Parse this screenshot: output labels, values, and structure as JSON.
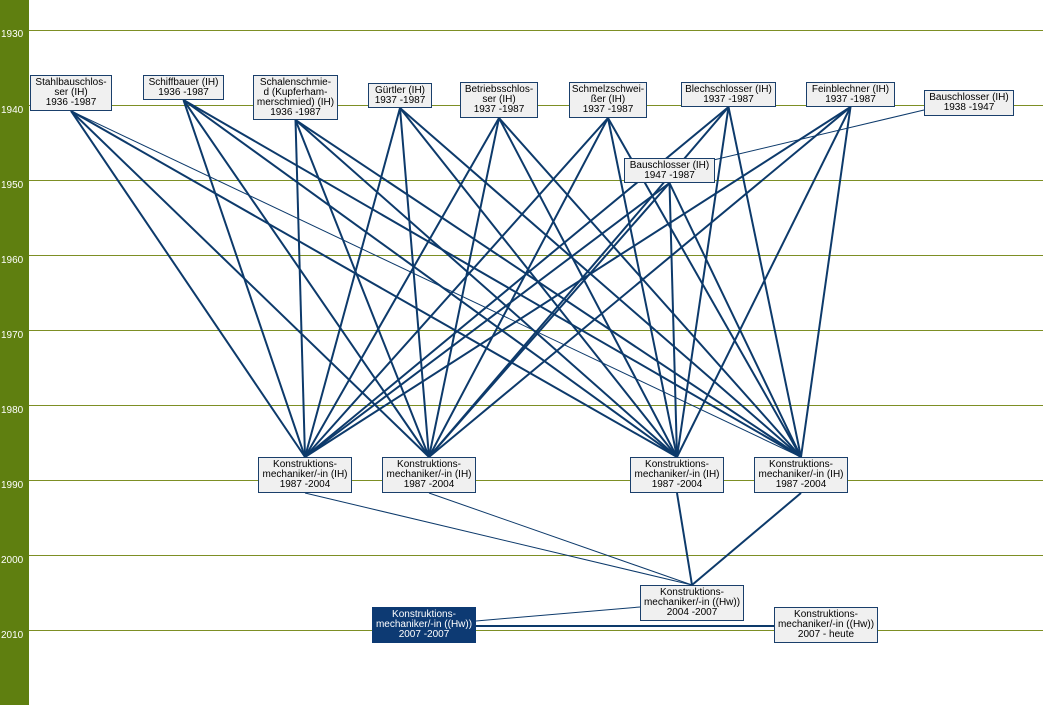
{
  "timeline": {
    "years": [
      "1930",
      "1940",
      "1950",
      "1960",
      "1970",
      "1980",
      "1990",
      "2000",
      "2010"
    ],
    "axis_color": "#5f7f10",
    "grid_color": "#7d8f24"
  },
  "colors": {
    "edge": "#0d3a6b",
    "node_bg": "#f0f0f0",
    "selected_bg": "#0d3a73"
  },
  "nodes": [
    {
      "id": "stahlbau",
      "lines": [
        "Stahlbauschlos-",
        "ser (IH)",
        "1936 -1987"
      ]
    },
    {
      "id": "schiffbauer",
      "lines": [
        "Schiffbauer (IH)",
        "1936 -1987"
      ]
    },
    {
      "id": "schalenschmied",
      "lines": [
        "Schalenschmie-",
        "d (Kupferham-",
        "merschmied) (IH)",
        "1936 -1987"
      ]
    },
    {
      "id": "guertler",
      "lines": [
        "Gürtler (IH)",
        "1937 -1987"
      ]
    },
    {
      "id": "betriebsschlosser",
      "lines": [
        "Betriebsschlos-",
        "ser (IH)",
        "1937 -1987"
      ]
    },
    {
      "id": "schmelzschweisser",
      "lines": [
        "Schmelzschwei-",
        "ßer (IH)",
        "1937 -1987"
      ]
    },
    {
      "id": "blechschlosser",
      "lines": [
        "Blechschlosser (IH)",
        "1937 -1987"
      ]
    },
    {
      "id": "feinblechner",
      "lines": [
        "Feinblechner (IH)",
        "1937 -1987"
      ]
    },
    {
      "id": "bauschlosser1938",
      "lines": [
        "Bauschlosser (IH)",
        "1938 -1947"
      ]
    },
    {
      "id": "bauschlosser1947",
      "lines": [
        "Bauschlosser (IH)",
        "1947 -1987"
      ]
    },
    {
      "id": "km1",
      "lines": [
        "Konstruktions-",
        "mechaniker/-in (IH)",
        "1987 -2004"
      ]
    },
    {
      "id": "km2",
      "lines": [
        "Konstruktions-",
        "mechaniker/-in (IH)",
        "1987 -2004"
      ]
    },
    {
      "id": "km3",
      "lines": [
        "Konstruktions-",
        "mechaniker/-in (IH)",
        "1987 -2004"
      ]
    },
    {
      "id": "km4",
      "lines": [
        "Konstruktions-",
        "mechaniker/-in (IH)",
        "1987 -2004"
      ]
    },
    {
      "id": "kmhw2004",
      "lines": [
        "Konstruktions-",
        "mechaniker/-in ((Hw))",
        "2004 -2007"
      ]
    },
    {
      "id": "kmhw2007sel",
      "lines": [
        "Konstruktions-",
        "mechaniker/-in ((Hw))",
        "2007 -2007"
      ]
    },
    {
      "id": "kmhw2007",
      "lines": [
        "Konstruktions-",
        "mechaniker/-in ((Hw))",
        "2007 - heute"
      ]
    }
  ]
}
